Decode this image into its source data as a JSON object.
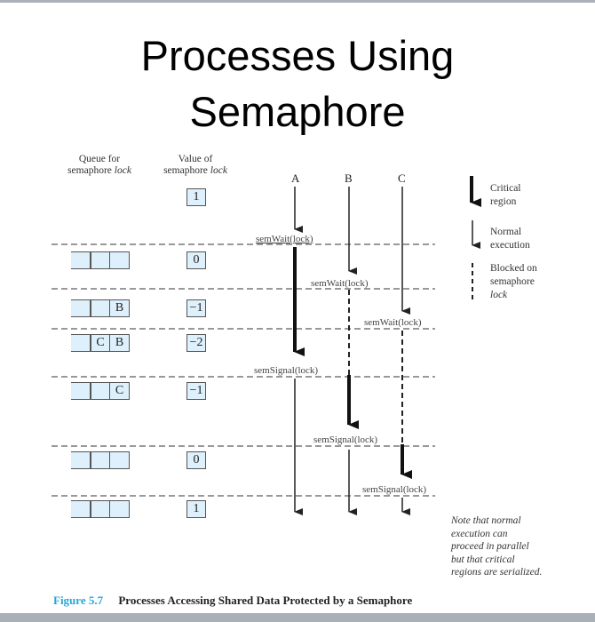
{
  "slide": {
    "title_line1": "Processes Using",
    "title_line2": "Semaphore"
  },
  "headers": {
    "queue_line1": "Queue for",
    "queue_line2_prefix": "semaphore ",
    "queue_line2_italic": "lock",
    "value_line1": "Value of",
    "value_line2_prefix": "semaphore ",
    "value_line2_italic": "lock"
  },
  "processes": [
    "A",
    "B",
    "C"
  ],
  "initial_value": "1",
  "rows": [
    {
      "queue": [
        "",
        "",
        ""
      ],
      "value": "0"
    },
    {
      "queue": [
        "",
        "",
        "B"
      ],
      "value": "-1"
    },
    {
      "queue": [
        "",
        "C",
        "B"
      ],
      "value": "-2"
    },
    {
      "queue": [
        "",
        "",
        "C"
      ],
      "value": "-1"
    },
    {
      "queue": [
        "",
        "",
        ""
      ],
      "value": "0"
    },
    {
      "queue": [
        "",
        "",
        ""
      ],
      "value": "1"
    }
  ],
  "operations": [
    {
      "label": "semWait(lock)",
      "process": "A"
    },
    {
      "label": "semWait(lock)",
      "process": "B"
    },
    {
      "label": "semWait(lock)",
      "process": "C"
    },
    {
      "label": "semSignal(lock)",
      "process": "A"
    },
    {
      "label": "semSignal(lock)",
      "process": "B"
    },
    {
      "label": "semSignal(lock)",
      "process": "C"
    }
  ],
  "legend": [
    {
      "icon": "thick-arrow-icon",
      "line1": "Critical",
      "line2": "region",
      "line3": ""
    },
    {
      "icon": "thin-arrow-icon",
      "line1": "Normal",
      "line2": "execution",
      "line3": ""
    },
    {
      "icon": "dashed-line-icon",
      "line1": "Blocked on",
      "line2": "semaphore",
      "line3": "lock"
    }
  ],
  "note": [
    "Note that normal",
    "execution can",
    "proceed in parallel",
    "but that critical",
    "regions are serialized."
  ],
  "caption": {
    "figure_number": "Figure 5.7",
    "text": "Processes Accessing Shared Data Protected by a Semaphore"
  },
  "colors": {
    "caption_accent": "#2aa4d8",
    "cell_fill": "#ddf0fb"
  }
}
